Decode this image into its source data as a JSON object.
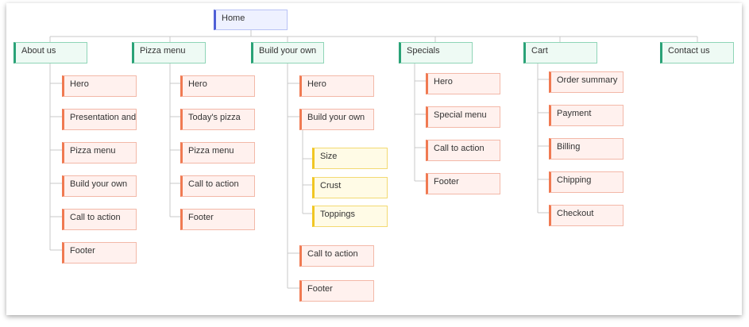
{
  "root": {
    "label": "Home"
  },
  "sections": [
    {
      "label": "About us",
      "children": [
        {
          "label": "Hero"
        },
        {
          "label": "Presentation and"
        },
        {
          "label": "Pizza menu"
        },
        {
          "label": "Build your own"
        },
        {
          "label": "Call to action"
        },
        {
          "label": "Footer"
        }
      ]
    },
    {
      "label": "Pizza menu",
      "children": [
        {
          "label": "Hero"
        },
        {
          "label": "Today's pizza"
        },
        {
          "label": "Pizza menu"
        },
        {
          "label": "Call to action"
        },
        {
          "label": "Footer"
        }
      ]
    },
    {
      "label": "Build your own",
      "children": [
        {
          "label": "Hero"
        },
        {
          "label": "Build your own",
          "children": [
            {
              "label": "Size"
            },
            {
              "label": "Crust"
            },
            {
              "label": "Toppings"
            }
          ]
        },
        {
          "label": "Call to action"
        },
        {
          "label": "Footer"
        }
      ]
    },
    {
      "label": "Specials",
      "children": [
        {
          "label": "Hero"
        },
        {
          "label": "Special menu"
        },
        {
          "label": "Call to action"
        },
        {
          "label": "Footer"
        }
      ]
    },
    {
      "label": "Cart",
      "children": [
        {
          "label": "Order summary"
        },
        {
          "label": "Payment"
        },
        {
          "label": "Billing"
        },
        {
          "label": "Chipping"
        },
        {
          "label": "Checkout"
        }
      ]
    },
    {
      "label": "Contact us",
      "children": []
    }
  ]
}
